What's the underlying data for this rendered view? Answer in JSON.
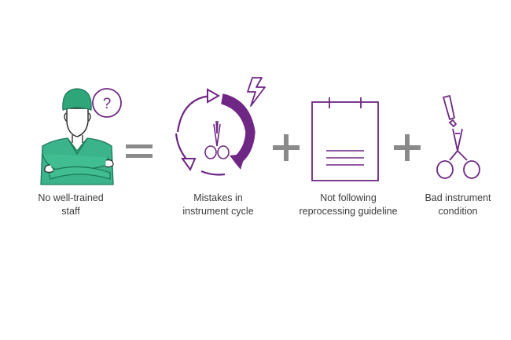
{
  "colors": {
    "accent": "#6e2784",
    "scrubs": "#3bb48c",
    "cap": "#2fa57a",
    "operator": "#8a8a8a",
    "text": "#3c3c3c"
  },
  "items": [
    {
      "icon": "surgeon-icon",
      "badge": "?",
      "caption": [
        "No well-trained",
        "staff"
      ]
    },
    {
      "icon": "instrument-cycle-icon",
      "caption": [
        "Mistakes in",
        "instrument cycle"
      ]
    },
    {
      "icon": "guideline-notepad-icon",
      "caption": [
        "Not following",
        "reprocessing guideline"
      ]
    },
    {
      "icon": "broken-scissors-icon",
      "caption": [
        "Bad instrument",
        "condition"
      ]
    }
  ],
  "operators": [
    "=",
    "+",
    "+"
  ]
}
